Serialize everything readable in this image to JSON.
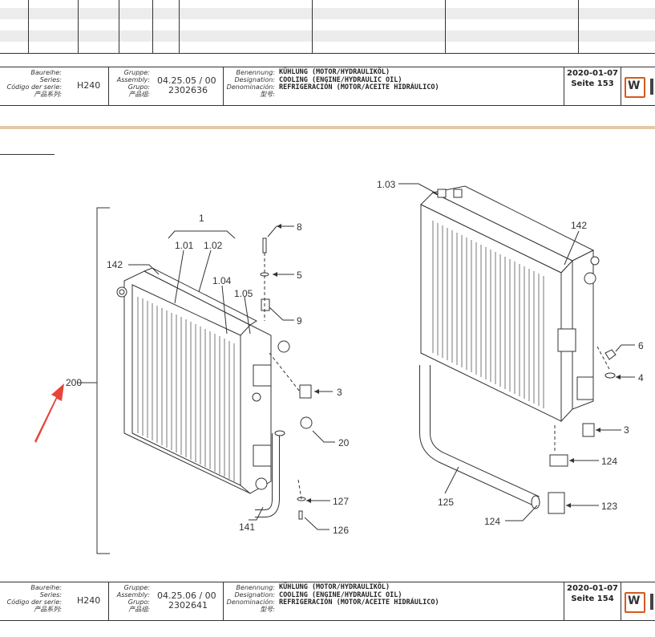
{
  "header_top": {
    "series_labels": [
      "Baureihe:",
      "Series:",
      "Código der serie:",
      "产品系列:"
    ],
    "series_value": "H240",
    "group_labels": [
      "Gruppe:",
      "Assembly:",
      "Grupo:",
      "产品组:"
    ],
    "group_value": "04.25.05 / 00",
    "group_number": "2302636",
    "name_labels": [
      "Benennung:",
      "Designation:",
      "Denominación:",
      "型号:"
    ],
    "name_values": [
      "KÜHLUNG (MOTOR/HYDRAULIKÖL)",
      "COOLING (ENGINE/HYDRAULIC OIL)",
      "REFRIGERACIÓN (MOTOR/ACEITE HIDRÁULICO)"
    ],
    "date": "2020-01-07",
    "page": "Seite 153"
  },
  "header_bottom": {
    "series_labels": [
      "Baureihe:",
      "Series:",
      "Código der serie:",
      "产品系列:"
    ],
    "series_value": "H240",
    "group_labels": [
      "Gruppe:",
      "Assembly:",
      "Grupo:",
      "产品组:"
    ],
    "group_value": "04.25.06 / 00",
    "group_number": "2302641",
    "name_labels": [
      "Benennung:",
      "Designation:",
      "Denominación:",
      "型号:"
    ],
    "name_values": [
      "KÜHLUNG (MOTOR/HYDRAULIKÖL)",
      "COOLING (ENGINE/HYDRAULIC OIL)",
      "REFRIGERACIÓN (MOTOR/ACEITE HIDRÁULICO)"
    ],
    "date": "2020-01-07",
    "page": "Seite 154"
  },
  "logo_letter": "W",
  "accent_color": "#d55a1d",
  "divider_color": "#e3c9a6",
  "callouts": {
    "c1": "1",
    "c101": "1.01",
    "c102": "1.02",
    "c103": "1.03",
    "c104": "1.04",
    "c105": "1.05",
    "c142a": "142",
    "c142b": "142",
    "c8": "8",
    "c5": "5",
    "c9": "9",
    "c3a": "3",
    "c3b": "3",
    "c20": "20",
    "c200": "200",
    "c141": "141",
    "c127": "127",
    "c126": "126",
    "c6": "6",
    "c4": "4",
    "c124a": "124",
    "c124b": "124",
    "c125": "125",
    "c123": "123"
  }
}
